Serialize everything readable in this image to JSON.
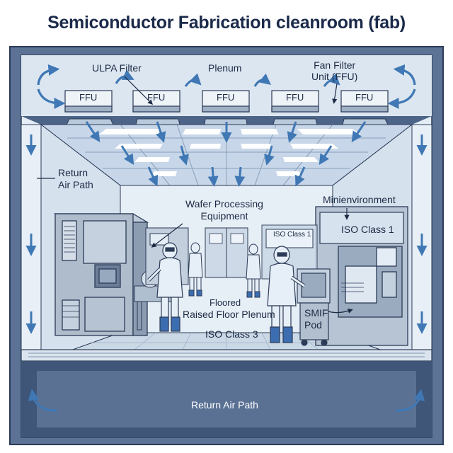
{
  "title": "Semiconductor Fabrication cleanroom (fab)",
  "labels": {
    "ulpa_filter": "ULPA Filter",
    "plenum": "Plenum",
    "fan_filter_unit": "Fan Filter\nUnit (FFU)",
    "ffu": "FFU",
    "return_air_path_side": "Return\nAir Path",
    "wafer_processing_equipment": "Wafer Processing\nEquipment",
    "minienvironment": "Minienvironment",
    "iso_class_1_minienv": "ISO Class 1",
    "iso_class_1_small": "ISO Class 1",
    "floored": "Floored",
    "raised_floor_plenum": "Raised Floor Plenum",
    "iso_class_3": "ISO Class 3",
    "smif_pod": "SMIF\nPod",
    "return_air_path_bottom": "Return Air Path"
  },
  "colors": {
    "outline": "#2c3b57",
    "frame": "#4f6687",
    "wall": "#dfe8f2",
    "ceiling": "#c6d6e8",
    "floor": "#c9d6e4",
    "subfloor": "#3e5577",
    "arrow": "#3f78b4",
    "equipment": "#a9b6c6",
    "suit": "#e6eef7",
    "boots": "#3c6db0",
    "light": "#ffffff"
  }
}
